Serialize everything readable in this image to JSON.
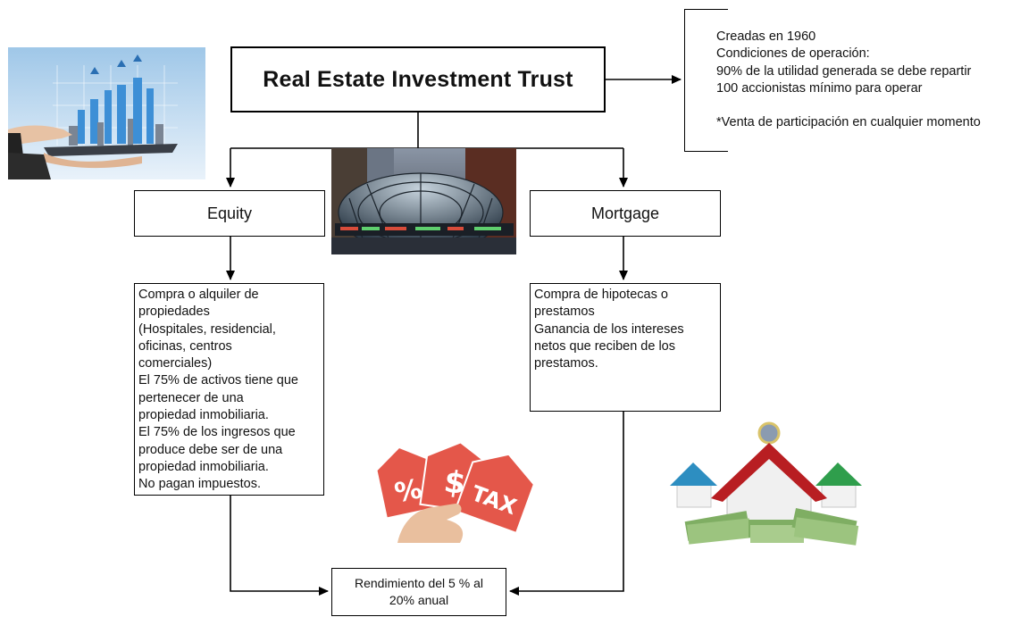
{
  "title": "Real Estate Investment Trust",
  "notes": {
    "lines": [
      "Creadas en 1960",
      "Condiciones de operación:",
      "90%  de la utilidad generada se debe repartir",
      "100 accionistas mínimo para operar"
    ],
    "footnote": "*Venta de participación en cualquier momento"
  },
  "equity": {
    "label": "Equity",
    "description": [
      "Compra o alquiler de",
      "propiedades",
      "(Hospitales, residencial,",
      "oficinas, centros",
      "comerciales)",
      "El  75% de activos tiene que",
      "pertenecer de una",
      "propiedad inmobiliaria.",
      "El 75% de los ingresos que",
      "produce debe ser de una",
      "propiedad inmobiliaria.",
      "No pagan impuestos."
    ]
  },
  "mortgage": {
    "label": "Mortgage",
    "description": [
      "Compra de hipotecas o",
      "prestamos",
      "Ganancia de los intereses",
      "netos que reciben de los",
      "prestamos."
    ]
  },
  "result": {
    "lines": [
      "Rendimiento del 5 % al",
      "20% anual"
    ]
  },
  "tax_tags": {
    "percent_tag": "%",
    "dollar_tag": "$",
    "tax_tag": "TAX"
  },
  "colors": {
    "line": "#000000",
    "tag_red": "#e4574a",
    "roof_red": "#b81e22",
    "money_green": "#7fae63"
  }
}
